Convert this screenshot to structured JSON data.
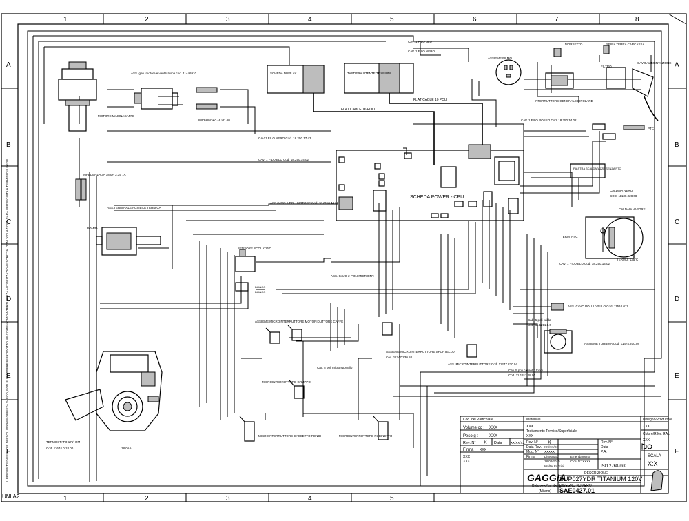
{
  "grid": {
    "columns": [
      "1",
      "2",
      "3",
      "4",
      "5",
      "6",
      "7",
      "8"
    ],
    "rows": [
      "A",
      "B",
      "C",
      "D",
      "E",
      "F"
    ]
  },
  "sheet_size": "UNI A2",
  "left_note": "IL PRESENTE DISEGNO E DI ESCLUSIVA PROPRIETA SAECO, NON PUO ESSERE RIPRODOTTO NE COMUNICATO A TERZI SENZA AUTORIZZAZIONE SCRITTA. OGNI VIOLAZIONE SARA PERSEGUITA A TERMINI DI LEGGE.",
  "labels": {
    "scheda_display": "SCHEDA DISPLAY",
    "tastiera": "TASTIERA UTENTE TITANIUM",
    "scheda_power": "SCHEDA POWER - CPU",
    "flat_cable_16": "FLAT CABLE 16 POLI",
    "flat_cable_10": "FLAT CABLE 10 POLI",
    "presa_filmo": "ASSIEME FILMO",
    "morsetto": "MORSETTO",
    "spina": "SPINA TERRA CARCASSA",
    "cavo_alim": "CAVO ALIMENTAZIONE",
    "interruttore": "INTERRUTTORE GENERALE BIPOLARE",
    "filtro": "FILTRO",
    "motore": "MOTORE MACINACAFFE",
    "asse_motore": "ASS. gen. motore e ventilazione cod. 11446910",
    "impedenza_1": "IMPEDENZA 18 uH 3A",
    "impedenza_2": "IMPEDENZA 3A 18 uH 3,35 7A",
    "pompa": "POMPA",
    "ass_flussometro": "ASS.TERMINALE FUSIBILE TERMICA",
    "sensore_sconto": "SENSORE SCOLATOIO",
    "bianco_1": "BIANCO",
    "bianco_2": "BIANCO",
    "microint_cassetto": "MICROINTERRUTTORE CASSETTO FONDI",
    "microint_gruppo": "MICROINTERRUTTORE GRUPPO",
    "microint_rubinetto": "MICROINTERRUTTORE RUBINETTO",
    "microint_sportello": "ASSIEME MICROINTERRUTTORE SPORTELLO",
    "microint_cassetto_cod": "Cod. 11247.230.58",
    "microint_motoriduttore": "ASSIEME MICROINTERRUTTORE MOTORIDUTTORE CAFFE",
    "ass_microint_acqua": "ASS. MICROINTERRUTTORE Cod. 11247.230.04",
    "ass_cavo_livello": "ASS. CAVO POLI LIVELLO Cod. 11510.011",
    "assieme_turbina": "ASSIEME TURBINA Cod. 11474.200.08",
    "caldaia_nero": "CALDAIA NERO",
    "caldaia_vapore": "CALDAIA VAPORE",
    "piastra": "PIASTRA SCALDATAZZE SENZA PTC",
    "ptc": "PTC",
    "termo_nrt": "TERM. NTC",
    "termo_135": "TERMO. 135°C",
    "cav_filo_blu": "CAV. 1 FILO BLU Cod. 18.250.14.02",
    "cav_filo_blu_top": "CAV. 1 FILO BLU",
    "cav_filo_nero": "CAV. 1 FILO NERO",
    "cod_caldaia": "COD. 11130.028.08",
    "cav_rosso": "CAV. 1 FILO ROSSO Cod. 18.250.14.02",
    "terminal": "TERMOSTATO 175° RM",
    "cod_terminal": "Cod. 11674.0.18.00",
    "gruppo_cod": "18,0AA",
    "cab_calda": "Cab. 5 poli calda",
    "cab_calda_cod": "Cod. 11.1211.0.0",
    "cav_5poli": "Cav. 5 poli cassetto fondi",
    "cav_5poli_cod": "Cod. 11.1311.28.04",
    "asse_cavo_motore": "ASS.CAVO 6 POLI MOTORE Cod. 18.3113.44.08",
    "asse_cavo_blu": "CAV. 1 FILO BLU Cod. 18.250.14.02",
    "asse_cavo_nero": "CAV 1 FILO NERO Cod. 18.250.17.43",
    "cavo_ass_microint": "ASS. CAVO 2 POLI MICROINT.",
    "cavo_sportello": "Cav. 5 poli micro sportello"
  },
  "title_block": {
    "cod_particolare_label": "Cod. del Particolare",
    "volume_label": "Volume cc :",
    "volume_value": "XXX",
    "peso_label": "Peso g :",
    "peso_value": "XXX",
    "rev_label": "Rev. N°",
    "rev_value": "X",
    "data_label": "Data",
    "data_value": "XX/XX/XX",
    "firma_label": "Firma",
    "firma_value": "XXX",
    "xxx1": "XXX",
    "xxx2": "XXX",
    "materiale_label": "Materiale",
    "materiale_value": "XXX",
    "trattamento_label": "Trattamento Termico/Superficiale",
    "trattamento_value": "XXX",
    "rev_n_label": "Rev. N°",
    "rev_n_value": "X",
    "data_rev_label": "Data Rev.",
    "data_rev_value": "XX/XX/XX",
    "mod_label": "Mod. N°",
    "mod_value": "XXXXX",
    "firma2_label": "Firma",
    "firma2_value": "Walter Faccini",
    "disegnato_label": "Disegnato",
    "disegnato_value": "18/02/2010",
    "data2_label": "Data",
    "emendamento_label": "Emendamento",
    "emendamento_value": "Cicli. N° XXXX",
    "tol_label": "Tolleranze",
    "tol_value": "ISO 2768-mK",
    "disegno_label": "Disegno/Produttore",
    "disegno_value": "XXX",
    "colore_label": "Colore/Rifer. RAL",
    "colore_value": "XXX",
    "rev2_label": "Rev. N°",
    "data3_label": "Data",
    "pa_label": "P.A.",
    "scala_label": "SCALA",
    "scala_value": "X:X",
    "descrizione_label": "DESCRIZIONE",
    "descrizione_value": "SUP027YDR TITANIUM 120V",
    "numero_label": "DISEGNO NUMERO",
    "numero_value": "SAE0427.01",
    "brand": "GAGGIA",
    "brand_addr1": "Robecco Sul Naviglio",
    "brand_addr2": "(Milano)"
  }
}
